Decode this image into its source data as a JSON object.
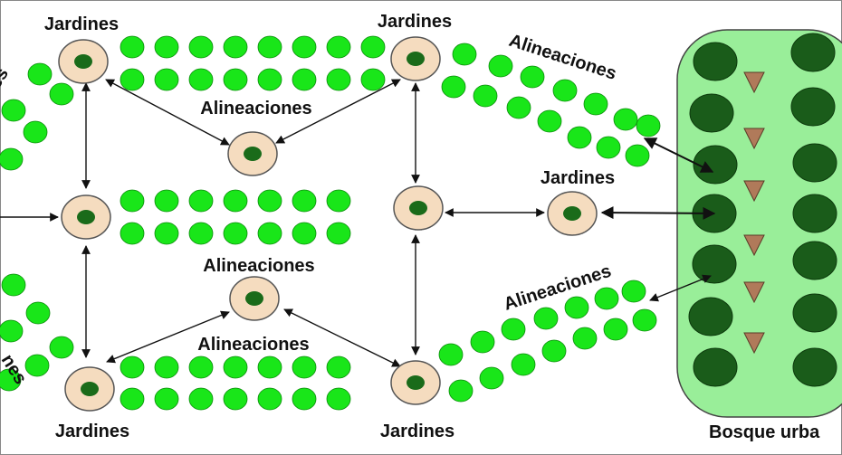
{
  "labels": {
    "garden_top_left": "Jardines",
    "garden_top_center": "Jardines",
    "garden_right": "Jardines",
    "garden_bottom_left": "Jardines",
    "garden_bottom_center": "Jardines",
    "alignment_top_center": "Alineaciones",
    "alignment_mid_center": "Alineaciones",
    "alignment_bottom_center": "Alineaciones",
    "alignment_top_right": "Alineaciones",
    "alignment_bottom_right": "Alineaciones",
    "alignment_left_top_partial": "es",
    "alignment_left_bottom_partial": "nes",
    "forest": "Bosque urba"
  },
  "colors": {
    "tree": "#19e619",
    "node_fill": "#f5dcbf",
    "node_core": "#1a6b1a",
    "forest_bg": "#99ee99",
    "forest_tree": "#1a5c1a",
    "cone": "#b07a5a",
    "arrow": "#111111"
  }
}
